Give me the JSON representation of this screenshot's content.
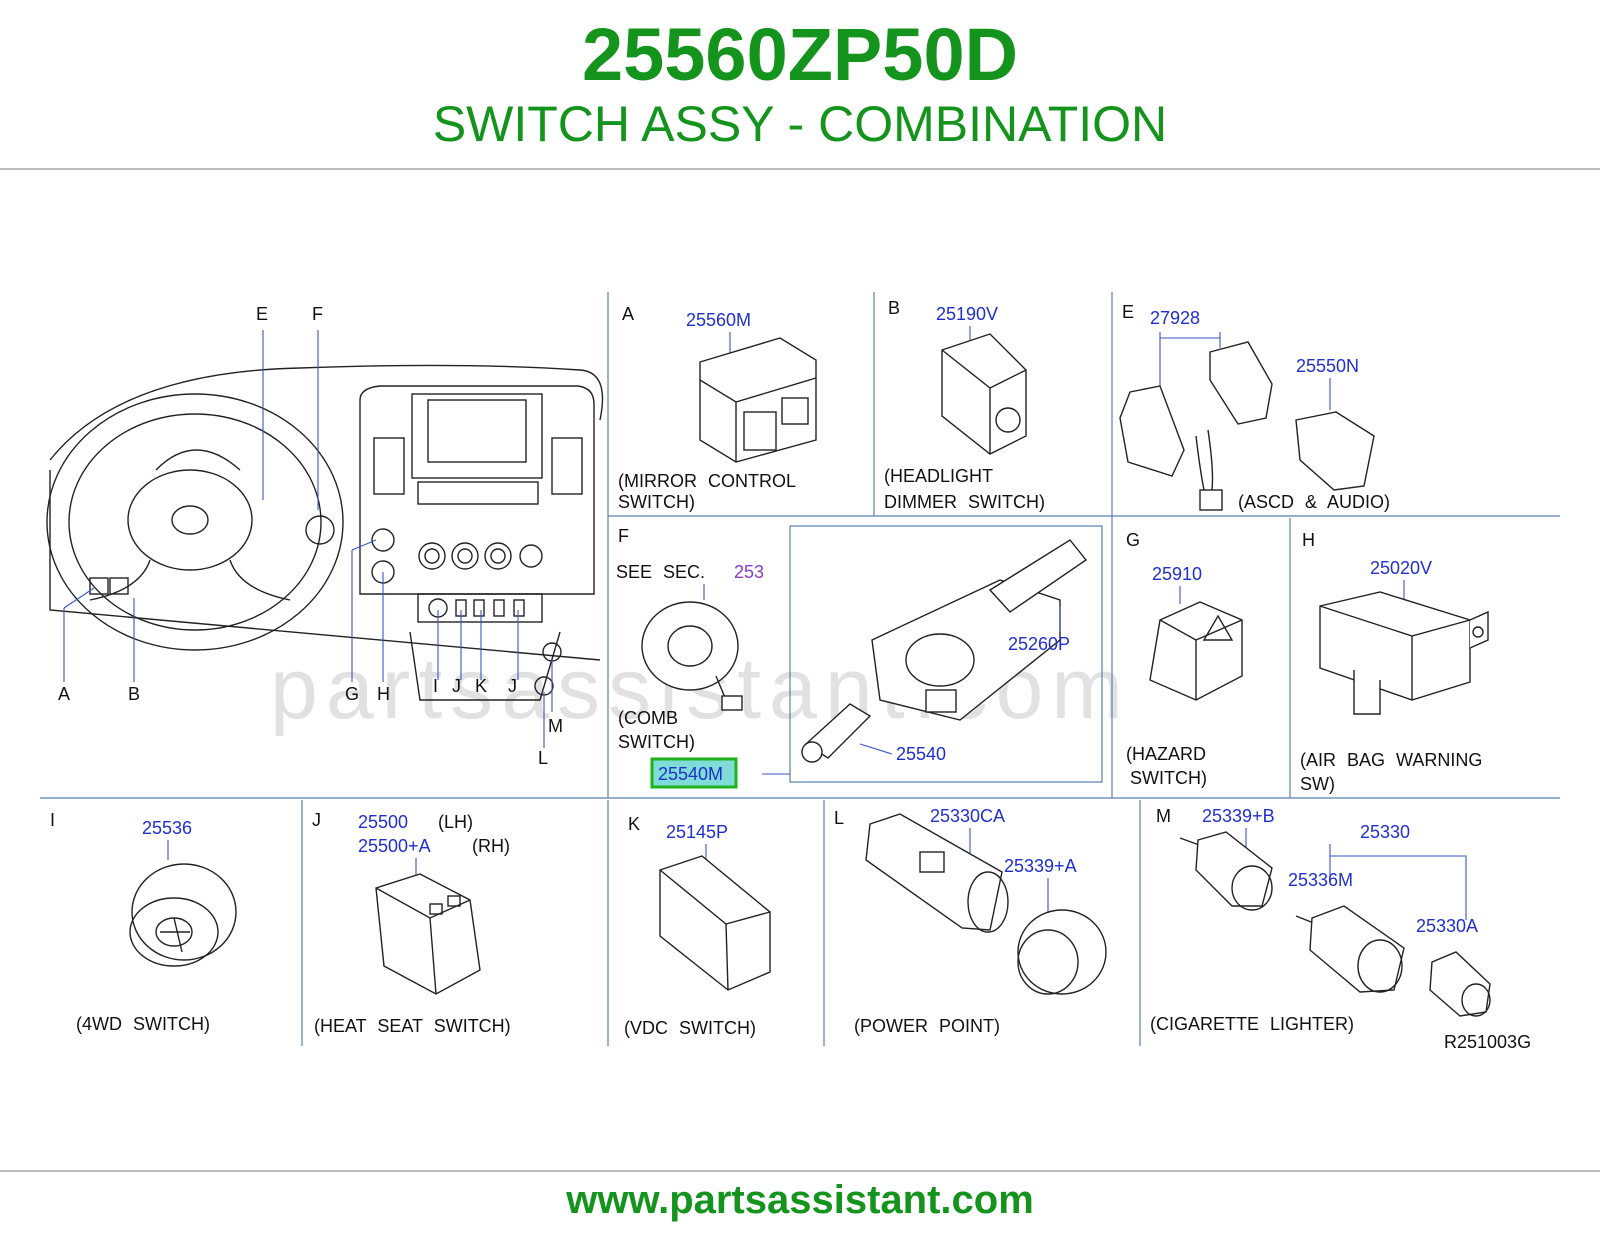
{
  "header": {
    "part_number": "25560ZP50D",
    "part_name": "SWITCH ASSY - COMBINATION"
  },
  "footer": {
    "url": "www.partsassistant.com"
  },
  "watermark": "partsassistant.com",
  "colors": {
    "brand_green": "#14941c",
    "part_blue": "#1f2fd0",
    "highlight_fill": "#7fdcd6",
    "highlight_border": "#1db31d"
  },
  "overview": {
    "letters_top": [
      "E",
      "F"
    ],
    "letters_bottom": [
      "A",
      "B",
      "G",
      "H",
      "I",
      "J",
      "K",
      "J",
      "M",
      "L"
    ]
  },
  "cells": {
    "A": {
      "letter": "A",
      "parts": [
        "25560M"
      ],
      "caption_1": "(MIRROR  CONTROL",
      "caption_2": "SWITCH)"
    },
    "B": {
      "letter": "B",
      "parts": [
        "25190V"
      ],
      "caption_1": "(HEADLIGHT",
      "caption_2": "DIMMER  SWITCH)"
    },
    "E": {
      "letter": "E",
      "parts": [
        "27928",
        "25550N"
      ],
      "caption_1": "(ASCD  &  AUDIO)"
    },
    "F": {
      "letter": "F",
      "see": "SEE  SEC.",
      "see_ref": "253",
      "caption_1": "(COMB",
      "caption_2": "SWITCH)",
      "parts": [
        "25540M",
        "25260P",
        "25540"
      ],
      "highlighted": "25540M"
    },
    "G": {
      "letter": "G",
      "parts": [
        "25910"
      ],
      "caption_1": "(HAZARD",
      "caption_2": "SWITCH)"
    },
    "H": {
      "letter": "H",
      "parts": [
        "25020V"
      ],
      "caption_1": "(AIR  BAG  WARNING",
      "caption_2": "SW)"
    },
    "I": {
      "letter": "I",
      "parts": [
        "25536"
      ],
      "caption_1": "(4WD  SWITCH)"
    },
    "J": {
      "letter": "J",
      "parts": [
        "25500",
        "25500+A"
      ],
      "sides": [
        "(LH)",
        "(RH)"
      ],
      "caption_1": "(HEAT  SEAT  SWITCH)"
    },
    "K": {
      "letter": "K",
      "parts": [
        "25145P"
      ],
      "caption_1": "(VDC  SWITCH)"
    },
    "L": {
      "letter": "L",
      "parts": [
        "25330CA",
        "25339+A"
      ],
      "caption_1": "(POWER  POINT)"
    },
    "M": {
      "letter": "M",
      "parts": [
        "25339+B",
        "25330",
        "25336M",
        "25330A"
      ],
      "caption_1": "(CIGARETTE  LIGHTER)"
    }
  },
  "diagram_ref": "R251003G"
}
